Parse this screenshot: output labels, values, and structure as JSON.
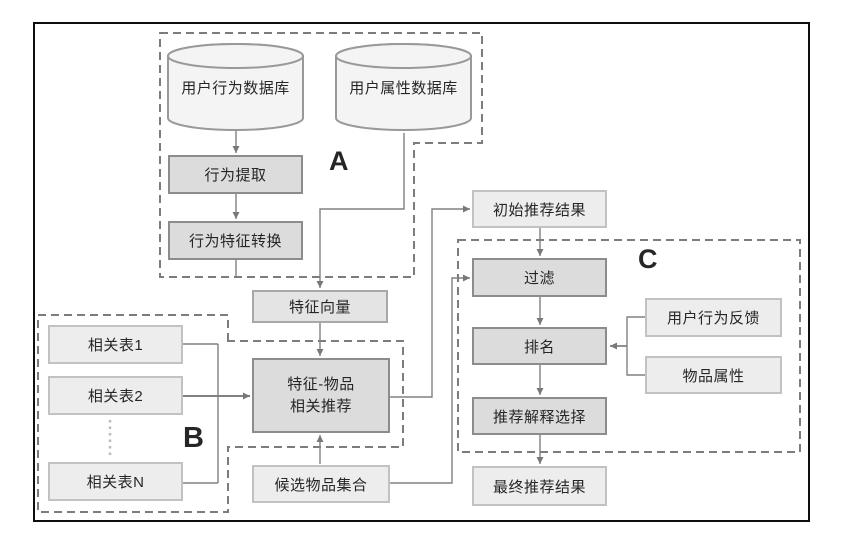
{
  "diagram": {
    "title": "recommendation-pipeline-flowchart",
    "groups": {
      "a": {
        "label": "A"
      },
      "b": {
        "label": "B"
      },
      "c": {
        "label": "C"
      }
    },
    "nodes": {
      "user_behavior_db": {
        "label": "用户行为数据库",
        "shape": "cylinder"
      },
      "user_attr_db": {
        "label": "用户属性数据库",
        "shape": "cylinder"
      },
      "behavior_extract": {
        "label": "行为提取"
      },
      "behavior_feature_convert": {
        "label": "行为特征转换"
      },
      "feature_vector": {
        "label": "特征向量"
      },
      "related_table_1": {
        "label": "相关表1"
      },
      "related_table_2": {
        "label": "相关表2"
      },
      "related_table_n": {
        "label": "相关表N"
      },
      "feature_item_rec": {
        "label_line1": "特征-物品",
        "label_line2": "相关推荐"
      },
      "candidate_item_set": {
        "label": "候选物品集合"
      },
      "initial_rec_result": {
        "label": "初始推荐结果"
      },
      "filter": {
        "label": "过滤"
      },
      "ranking": {
        "label": "排名"
      },
      "rec_explain_select": {
        "label": "推荐解释选择"
      },
      "final_rec_result": {
        "label": "最终推荐结果"
      },
      "user_behavior_feedback": {
        "label": "用户行为反馈"
      },
      "item_attributes": {
        "label": "物品属性"
      }
    },
    "colors": {
      "frame_border": "#0d0d0d",
      "node_fill_light": "#ededed",
      "node_border_light": "#c2c2c2",
      "node_fill_dark": "#dcdcdc",
      "node_border_dark": "#8c8c8c",
      "node_fill_mid": "#e4e4e4",
      "node_border_mid": "#a8a8a8",
      "cylinder_fill": "#f4f4f4",
      "cylinder_border": "#999999",
      "connector": "#808080",
      "dashed_region": "#7c7c7c"
    }
  }
}
